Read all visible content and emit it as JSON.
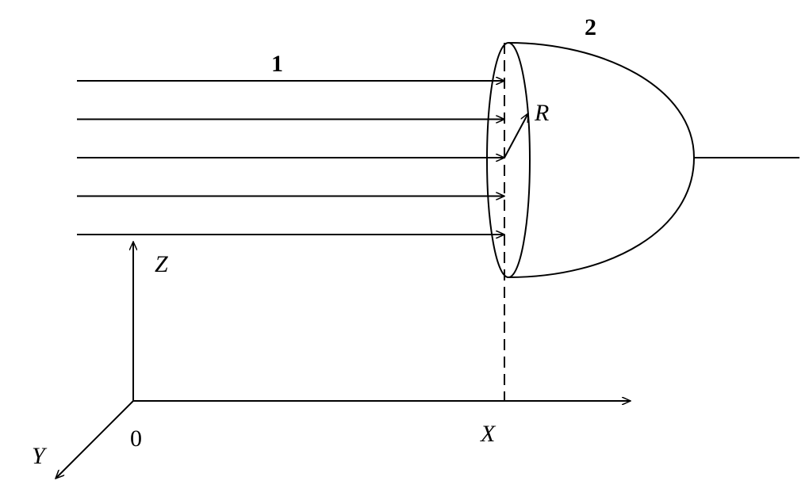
{
  "labels": {
    "beam": "1",
    "body": "2",
    "radius": "R",
    "axis_z": "Z",
    "axis_x": "X",
    "axis_y": "Y",
    "origin": "0"
  },
  "ray_count": 5,
  "colors": {
    "line": "#000000",
    "background": "#ffffff"
  }
}
